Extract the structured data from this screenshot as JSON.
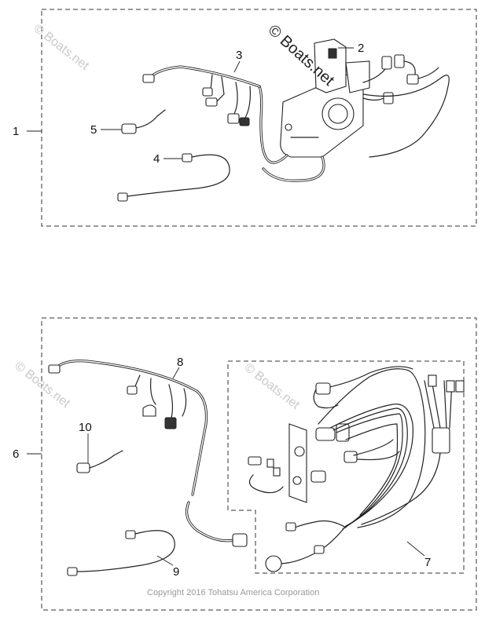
{
  "watermarks": {
    "main": "© Boats.net",
    "faint_1": "© Boats.net",
    "faint_2": "© Boats.net",
    "faint_3": "© Boats.net"
  },
  "callouts": {
    "c1": "1",
    "c2": "2",
    "c3": "3",
    "c4": "4",
    "c5": "5",
    "c6": "6",
    "c7": "7",
    "c8": "8",
    "c9": "9",
    "c10": "10"
  },
  "copyright": "Copyright 2016 Tohatsu America Corporation"
}
